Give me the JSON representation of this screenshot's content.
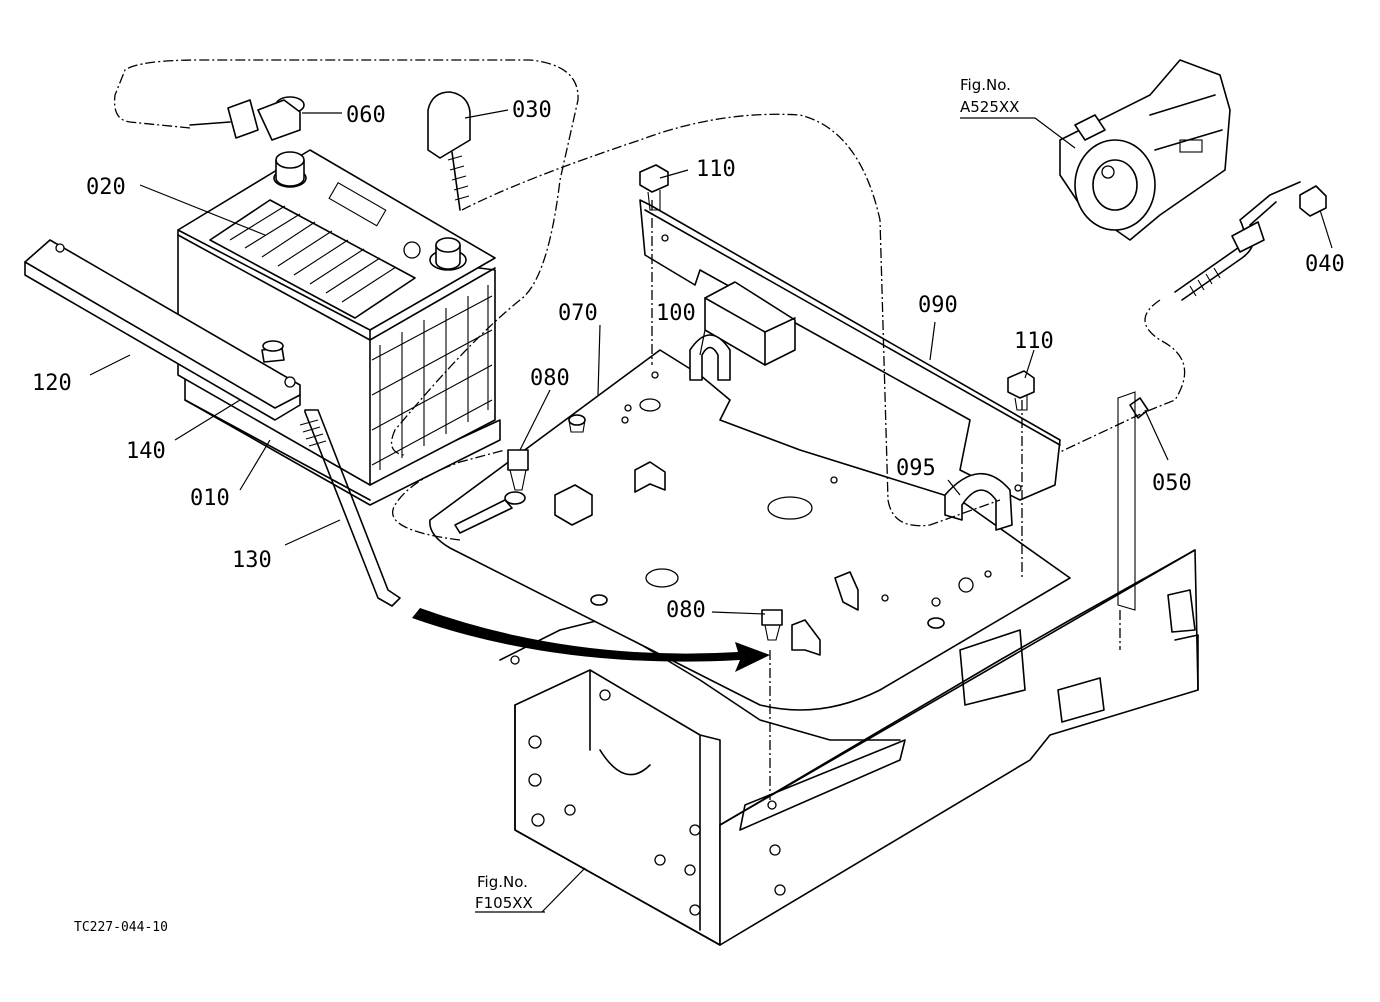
{
  "diagram_code": "TC227-044-10",
  "figure_refs": [
    {
      "label": "Fig.No.",
      "code": "A525XX"
    },
    {
      "label": "Fig.No.",
      "code": "F105XX"
    }
  ],
  "part_labels": {
    "p010": "010",
    "p020": "020",
    "p030": "030",
    "p040": "040",
    "p050": "050",
    "p060": "060",
    "p070": "070",
    "p080a": "080",
    "p080b": "080",
    "p090": "090",
    "p095": "095",
    "p100": "100",
    "p110a": "110",
    "p110b": "110",
    "p120": "120",
    "p130": "130",
    "p140": "140"
  }
}
